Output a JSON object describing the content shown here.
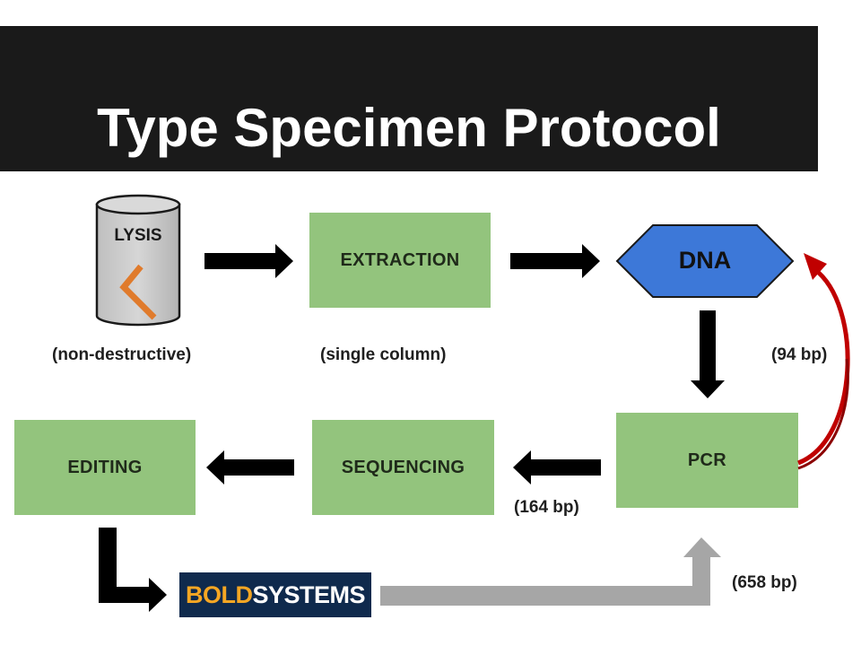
{
  "title": "Type Specimen Protocol",
  "steps": {
    "lysis": "LYSIS",
    "extraction": "EXTRACTION",
    "dna": "DNA",
    "pcr": "PCR",
    "sequencing": "SEQUENCING",
    "editing": "EDITING"
  },
  "notes": {
    "non_destructive": "(non-destructive)",
    "single_column": "(single column)",
    "bp_94": "(94 bp)",
    "bp_164": "(164 bp)",
    "bp_658": "(658 bp)"
  },
  "bold_logo": {
    "part1": "BOLD",
    "part2": "SYSTEMS"
  },
  "colors": {
    "title_bar": "#1a1a1a",
    "step_box": "#93c47d",
    "dna_hexagon": "#3d78d8",
    "loop_arrow": "#c00000",
    "bold_arrow": "#a6a6a6",
    "logo_bg": "#0f2a4d",
    "logo_accent": "#f5a623"
  }
}
